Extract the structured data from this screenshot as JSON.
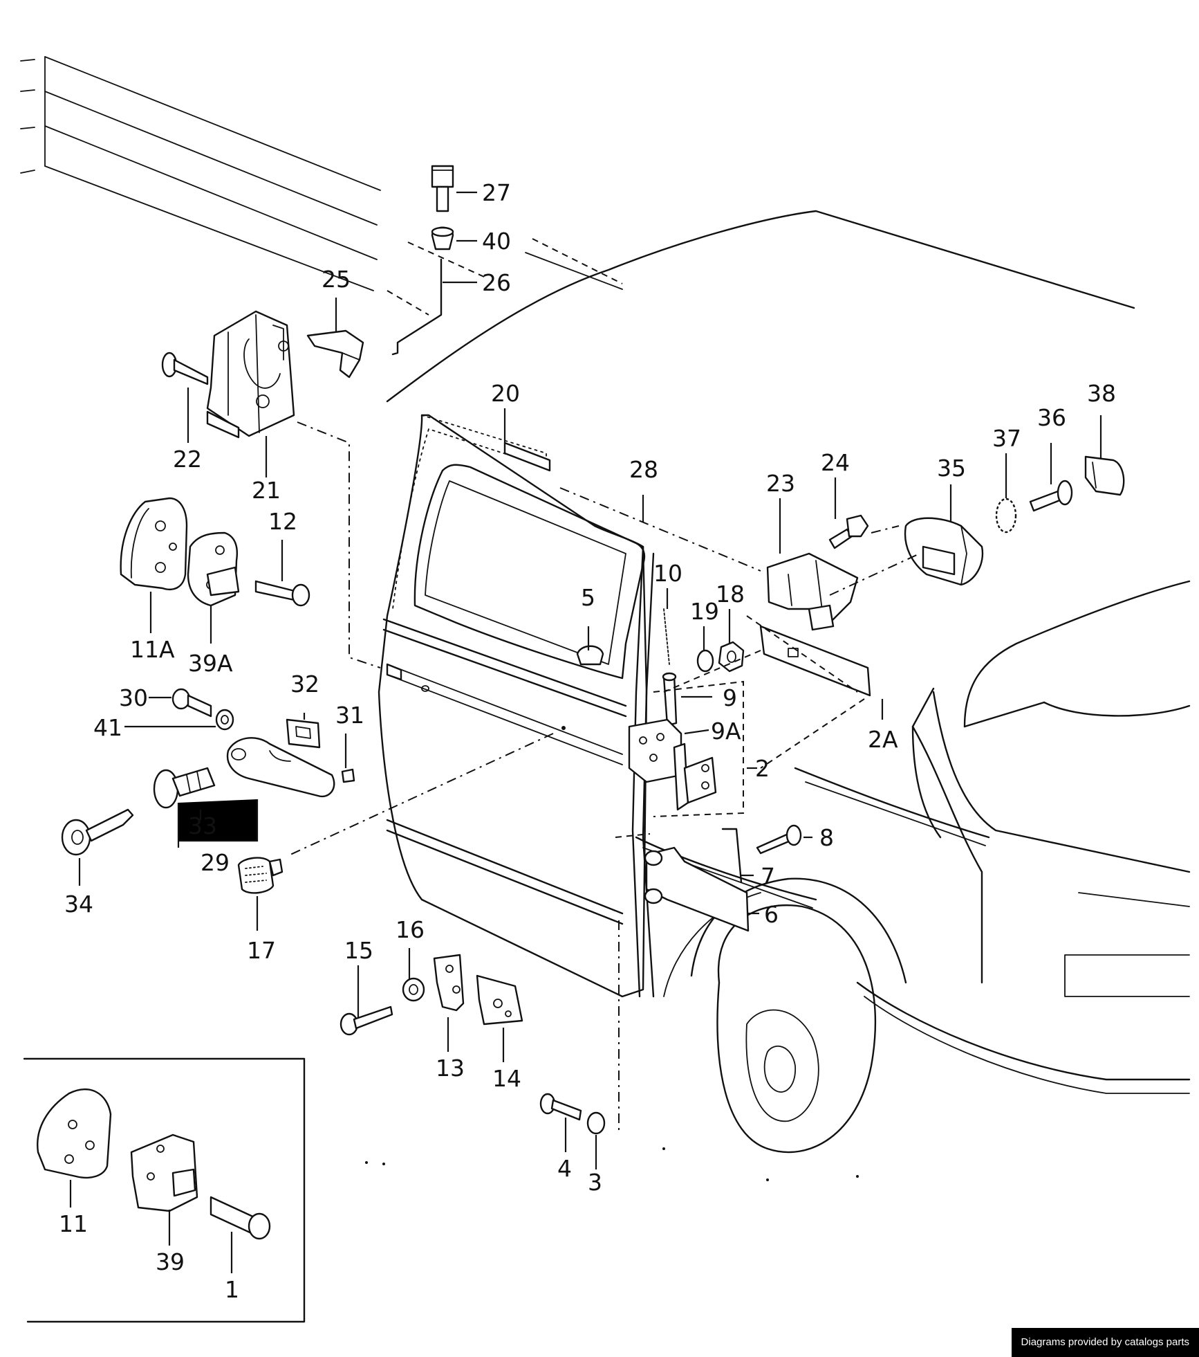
{
  "callouts": {
    "c27": "27",
    "c40": "40",
    "c26": "26",
    "c25": "25",
    "c22": "22",
    "c21": "21",
    "c12": "12",
    "c11A": "11A",
    "c39A": "39A",
    "c30": "30",
    "c41": "41",
    "c32": "32",
    "c31": "31",
    "c33": "33",
    "c29": "29",
    "c34": "34",
    "c17": "17",
    "c20": "20",
    "c28": "28",
    "c5": "5",
    "c10": "10",
    "c19": "19",
    "c18": "18",
    "c9": "9",
    "c9A": "9A",
    "c2": "2",
    "c2A": "2A",
    "c23": "23",
    "c24": "24",
    "c35": "35",
    "c37": "37",
    "c36": "36",
    "c38": "38",
    "c8": "8",
    "c7": "7",
    "c6": "6",
    "c15": "15",
    "c16": "16",
    "c13": "13",
    "c14": "14",
    "c4": "4",
    "c3": "3",
    "c11": "11",
    "c39": "39",
    "c1": "1"
  },
  "footer": {
    "credit": "Diagrams provided by catalogs parts"
  }
}
